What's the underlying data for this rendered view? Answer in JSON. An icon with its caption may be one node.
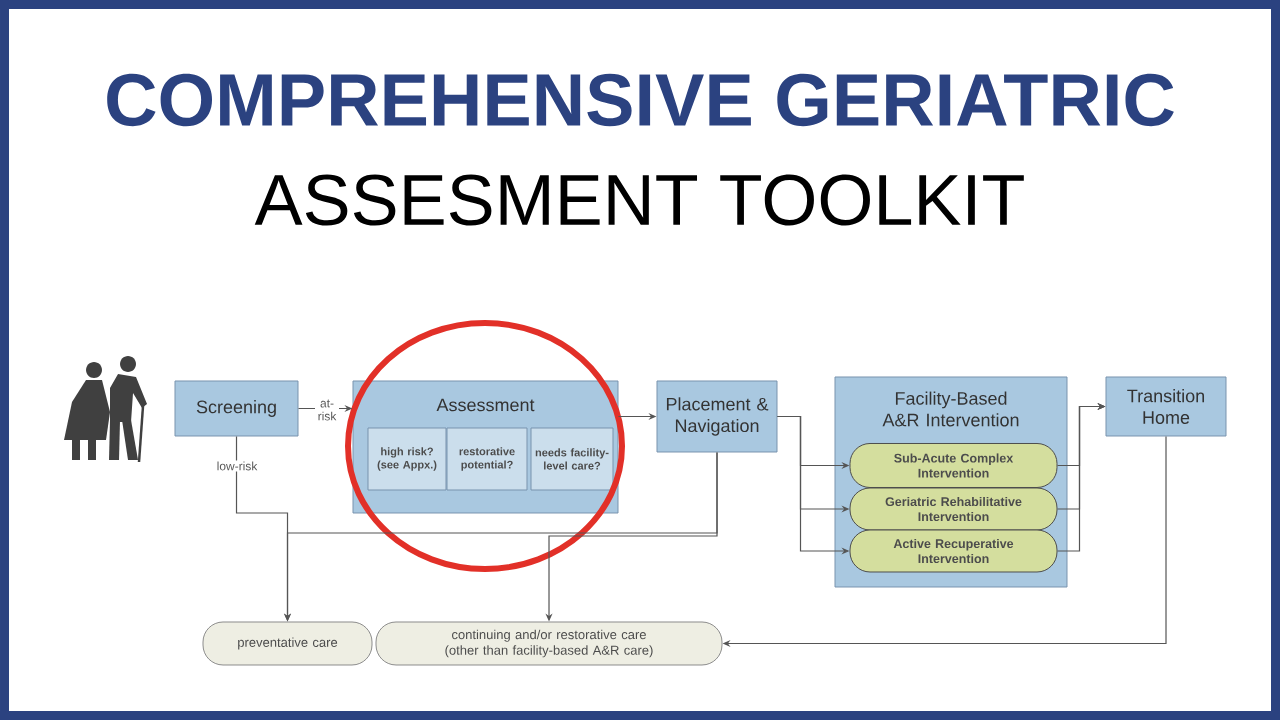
{
  "diagram": {
    "title": "COMPREHENSIVE GERIATRIC",
    "nodes": [
      {
        "text": [
          "Screening"
        ]
      },
      {
        "text": [
          "Assessment"
        ]
      },
      {
        "text": [
          "high risk? (see Appx.)"
        ],
        "in": 1
      },
      {
        "text": [
          "restorative potential?"
        ],
        "in": 1
      },
      {
        "text": [
          "needs facility-level care?"
        ],
        "in": 1
      },
      {
        "text": [
          "Placement & Navigation"
        ]
      },
      {
        "text": [
          "Facility-Based A&R Intervention"
        ]
      },
      {
        "text": [
          "Sub-Acute Complex Intervention"
        ],
        "in": 6
      },
      {
        "text": [
          "Geriatric Rehabilitative Intervention"
        ],
        "in": 6
      },
      {
        "text": [
          "Active Recuperative Intervention"
        ],
        "in": 6
      },
      {
        "text": [
          "Transition Home"
        ]
      },
      {
        "text": [
          "preventative care"
        ]
      },
      {
        "text": [
          "continuing and/or restorative care (other than facility-based A&R care)"
        ]
      }
    ],
    "edges": [
      {
        "from": 0,
        "to": 1,
        "arrow": "to",
        "label": "at- risk"
      },
      {
        "from": 1,
        "to": 5,
        "arrow": "to"
      },
      {
        "from": 5,
        "to": 7,
        "arrow": "to"
      },
      {
        "from": 5,
        "to": 8,
        "arrow": "to"
      },
      {
        "from": 5,
        "to": 9,
        "arrow": "to"
      },
      {
        "from": 7,
        "to": 10,
        "arrow": "to"
      },
      {
        "from": 8,
        "to": 10,
        "arrow": "to"
      },
      {
        "from": 9,
        "to": 10,
        "arrow": "to"
      },
      {
        "from": 10,
        "to": 12,
        "arrow": "to"
      },
      {
        "from": 0,
        "to": 11,
        "arrow": "to",
        "label": "low-risk"
      },
      {
        "from": 5,
        "to": 11,
        "arrow": "to"
      },
      {
        "from": 5,
        "to": 12,
        "arrow": "to"
      }
    ],
    "labels": [
      "ASSESMENT TOOLKIT"
    ]
  }
}
